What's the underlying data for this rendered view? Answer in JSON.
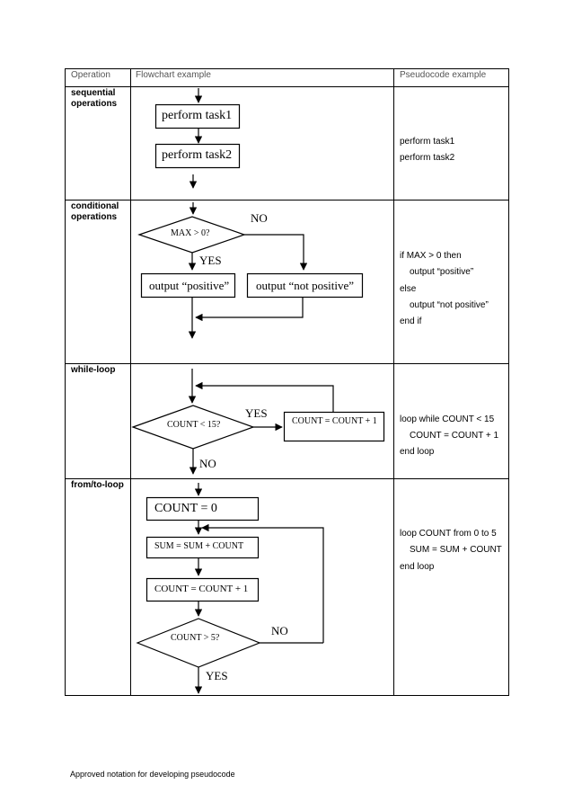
{
  "table": {
    "headers": {
      "operation": "Operation",
      "flowchart": "Flowchart example",
      "pseudocode": "Pseudocode example"
    },
    "rows": [
      {
        "operation_line1": "sequential",
        "operation_line2": "operations",
        "flow": {
          "box1": "perform task1",
          "box2": "perform task2"
        },
        "pseudocode": [
          "perform task1",
          "perform task2"
        ]
      },
      {
        "operation_line1": "conditional",
        "operation_line2": "operations",
        "flow": {
          "decision": "MAX > 0?",
          "no": "NO",
          "yes": "YES",
          "box_yes": "output “positive”",
          "box_no": "output “not positive”"
        },
        "pseudocode": [
          "if MAX > 0 then",
          "output “positive”",
          "else",
          "output “not positive”",
          "end if"
        ]
      },
      {
        "operation_line1": "while-loop",
        "flow": {
          "decision": "COUNT < 15?",
          "yes": "YES",
          "no": "NO",
          "box": "COUNT = COUNT + 1"
        },
        "pseudocode": [
          "loop while COUNT < 15",
          "COUNT = COUNT + 1",
          "end loop"
        ]
      },
      {
        "operation_line1": "from/to-loop",
        "flow": {
          "box_init": "COUNT = 0",
          "box_sum": "SUM = SUM + COUNT",
          "box_inc": "COUNT = COUNT + 1",
          "decision": "COUNT > 5?",
          "no": "NO",
          "yes": "YES"
        },
        "pseudocode": [
          "loop COUNT from 0 to 5",
          "SUM = SUM + COUNT",
          "end loop"
        ]
      }
    ]
  },
  "footer": "Approved notation for developing pseudocode"
}
